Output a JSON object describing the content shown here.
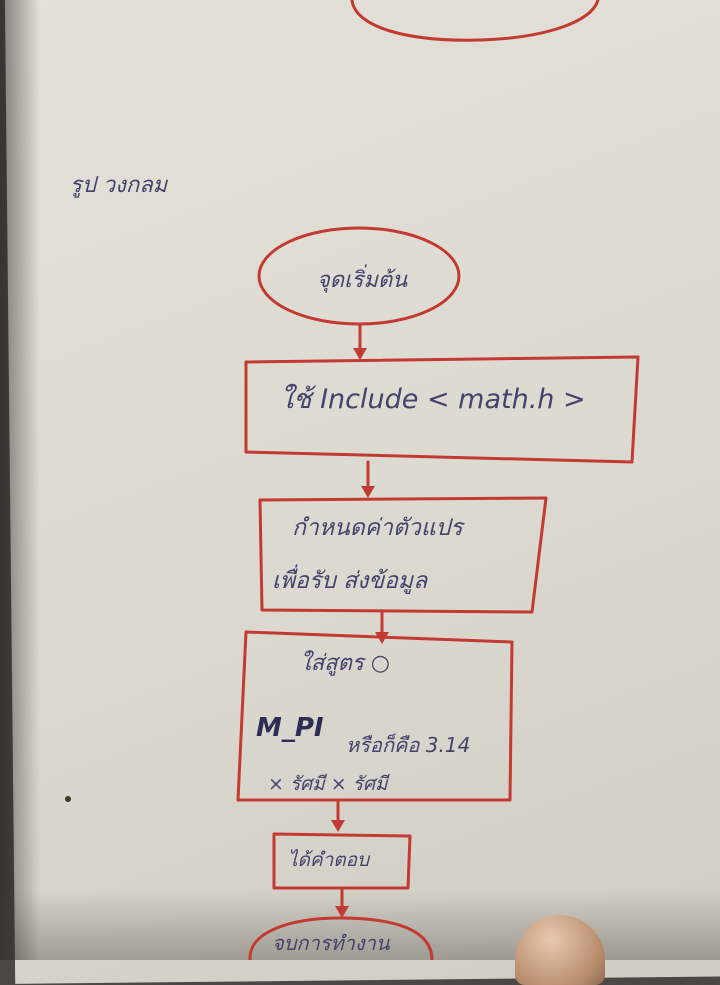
{
  "title": "รูป วงกลม",
  "nodes": [
    {
      "id": "start",
      "shape": "oval",
      "text": "จุดเริ่มต้น"
    },
    {
      "id": "include",
      "shape": "rect",
      "text": "ใช้ Include < math.h >"
    },
    {
      "id": "declare",
      "shape": "rect",
      "lines": [
        "กำหนดค่าตัวแปร",
        "เพื่อรับ ส่งข้อมูล"
      ]
    },
    {
      "id": "formula",
      "shape": "rect",
      "lines": [
        "ใส่สูตร ○",
        "M_PI",
        "หรือก็คือ 3.14",
        "× รัศมี × รัศมี"
      ]
    },
    {
      "id": "result",
      "shape": "rect",
      "text": "ได้คำตอบ"
    },
    {
      "id": "end",
      "shape": "oval",
      "text": "จบการทำงาน"
    }
  ],
  "colors": {
    "ink_red": "#c23a33",
    "ink_blue": "#43436b"
  }
}
